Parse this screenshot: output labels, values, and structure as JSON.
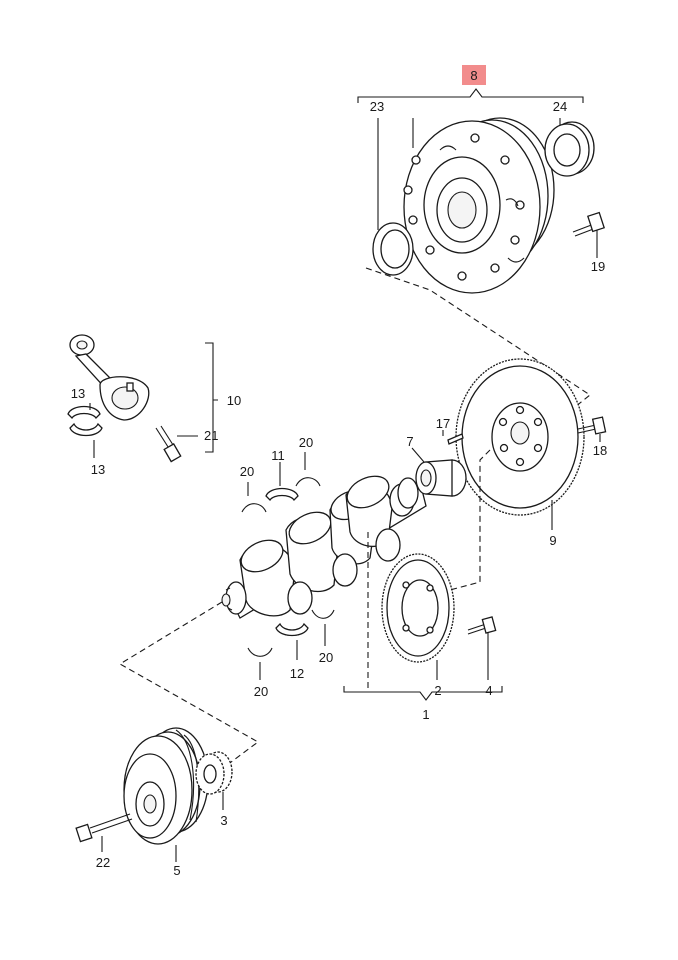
{
  "diagram": {
    "highlight_color": "#f28c8c",
    "labels": {
      "n1": "1",
      "n2": "2",
      "n3": "3",
      "n4": "4",
      "n5": "5",
      "n7": "7",
      "n8": "8",
      "n9": "9",
      "n10": "10",
      "n11": "11",
      "n12": "12",
      "n13a": "13",
      "n13b": "13",
      "n17": "17",
      "n18": "18",
      "n19": "19",
      "n20a": "20",
      "n20b": "20",
      "n20c": "20",
      "n20d": "20",
      "n21": "21",
      "n22": "22",
      "n23": "23",
      "n24": "24"
    }
  }
}
